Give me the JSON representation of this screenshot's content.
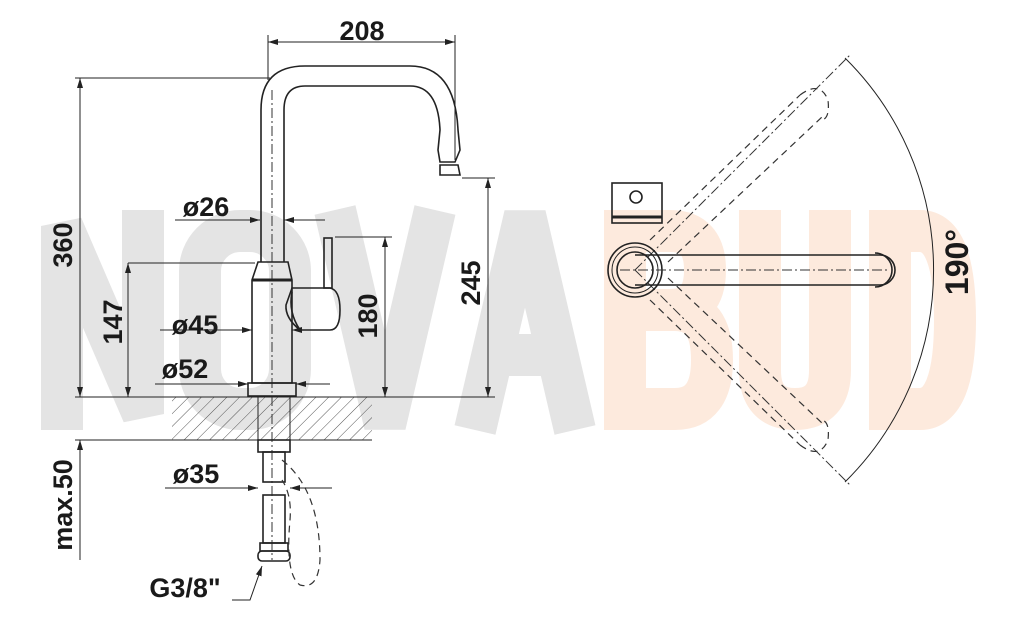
{
  "watermark": {
    "part1": "NOVA",
    "part2": "BUD",
    "color1": "#e4e4e4",
    "color2": "#fdeadd"
  },
  "dimensions": {
    "spout_reach": "208",
    "total_height": "360",
    "spout_diameter": "ø26",
    "lever_height": "147",
    "body_diameter": "ø45",
    "base_diameter": "ø52",
    "handle_height": "180",
    "outlet_height": "245",
    "max_counter_thickness": "max.50",
    "hole_diameter": "ø35",
    "connection_thread": "G3/8\"",
    "swivel_angle": "190°"
  },
  "colors": {
    "line": "#222222"
  }
}
